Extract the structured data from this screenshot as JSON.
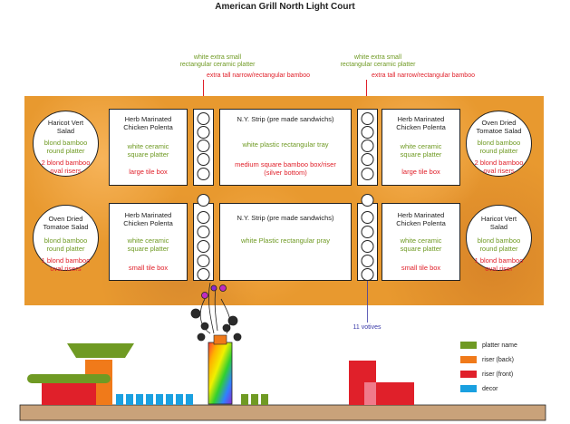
{
  "title": "American Grill North Light Court",
  "callouts": {
    "left_green": "white extra small\nrectangular ceramic platter",
    "left_red": "extra tall narrow/rectangular bamboo",
    "right_green": "white extra small\nrectangular ceramic platter",
    "right_red": "extra tall narrow/rectangular bamboo",
    "votives": "11 votives"
  },
  "plates": {
    "tl": {
      "name": "Haricot Vert\nSalad",
      "platter": "blond bamboo\nround platter",
      "riser": "2 blond bamboo\noval risers"
    },
    "tl2": {
      "name": "Herb Marinated\nChicken Polenta",
      "platter": "white ceramic\nsquare platter",
      "riser": "large tile box"
    },
    "tc": {
      "name": "N.Y. Strip (pre made sandwichs)",
      "platter": "white plastic rectangular tray",
      "riser": "medium square bamboo box/riser\n(silver bottom)"
    },
    "tr2": {
      "name": "Herb Marinated\nChicken Polenta",
      "platter": "white ceramic\nsquare platter",
      "riser": "large tile box"
    },
    "tr": {
      "name": "Oven Dried\nTomatoe Salad",
      "platter": "blond bamboo\nround platter",
      "riser": "2 blond bamboo\noval risers"
    },
    "bl": {
      "name": "Oven Dried\nTomatoe Salad",
      "platter": "blond bamboo\nround platter",
      "riser": "1 blond bamboo\noval risers"
    },
    "bl2": {
      "name": "Herb Marinated\nChicken Polenta",
      "platter": "white ceramic\nsquare platter",
      "riser": "small tile box"
    },
    "bc": {
      "name": "N.Y. Strip (pre made sandwichs)",
      "platter": "white Plastic rectangular pray"
    },
    "br2": {
      "name": "Herb Marinated\nChicken Polenta",
      "platter": "white ceramic\nsquare platter",
      "riser": "small tile box"
    },
    "br": {
      "name": "Haricot Vert\nSalad",
      "platter": "blond bamboo\nround platter",
      "riser": "1 blond bamboo\noval riser"
    }
  },
  "legend": [
    {
      "label": "platter name",
      "color": "#6f9a23"
    },
    {
      "label": "riser (back)",
      "color": "#f07a1a"
    },
    {
      "label": "riser (front)",
      "color": "#e0202a"
    },
    {
      "label": "decor",
      "color": "#1aa0e0"
    }
  ],
  "colors": {
    "platter": "#6f9a23",
    "riser_back": "#f07a1a",
    "riser_front": "#e0202a",
    "decor": "#1aa0e0",
    "table": "#e8992f",
    "floor": "#c9a27a"
  }
}
